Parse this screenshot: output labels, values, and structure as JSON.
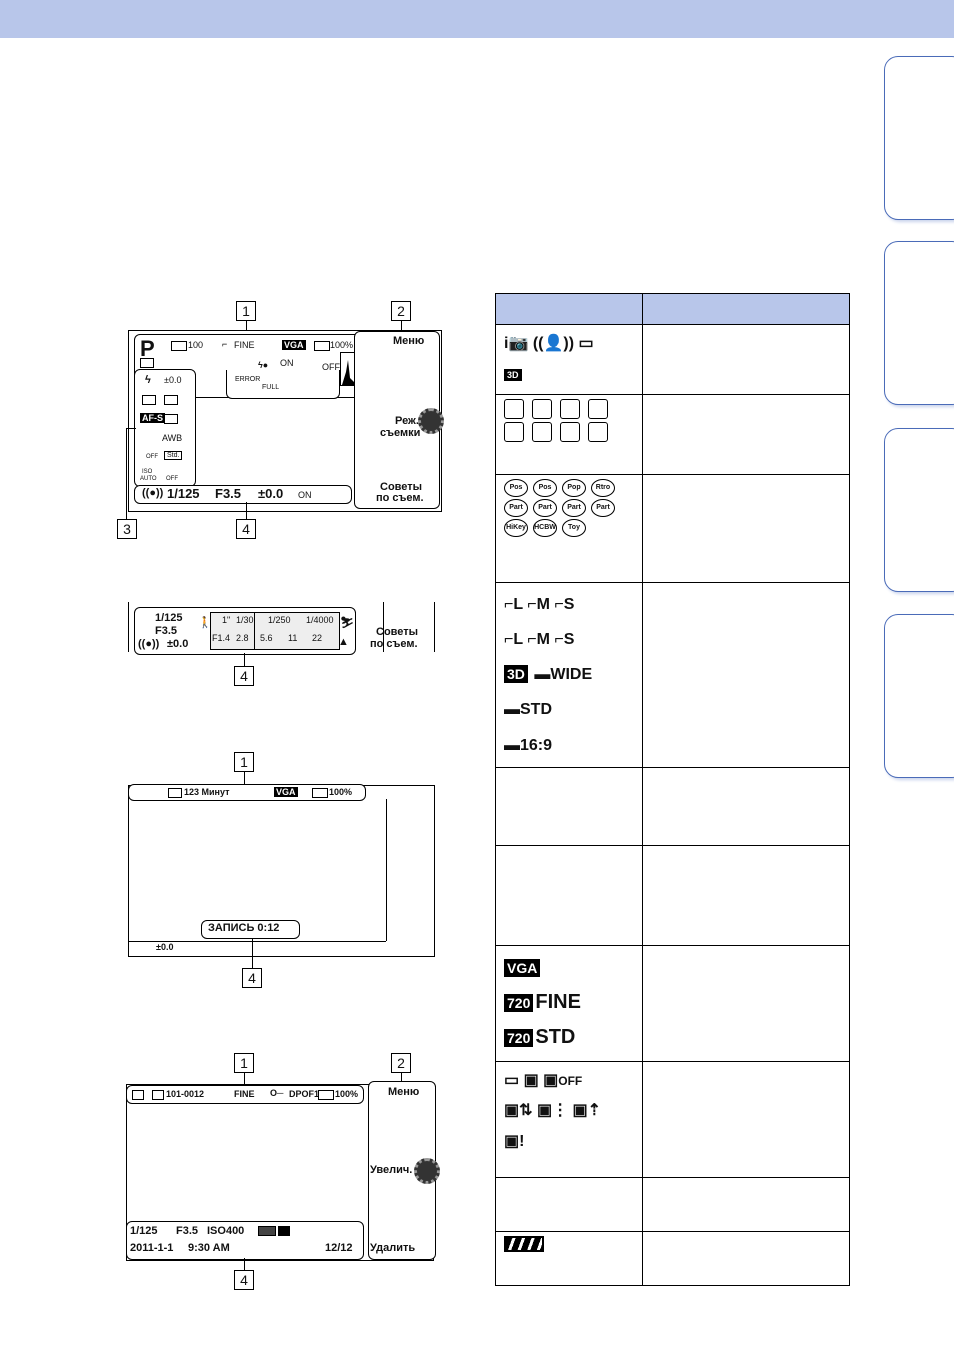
{
  "callouts": {
    "c1": "1",
    "c2": "2",
    "c3": "3",
    "c4": "4"
  },
  "screen1": {
    "mode": "P",
    "shots": "100",
    "quality": "FINE",
    "movie_size": "VGA",
    "battery": "100%",
    "menu": "Меню",
    "shoot_mode_l1": "Реж.",
    "shoot_mode_l2": "съемки",
    "tips_l1": "Советы",
    "tips_l2": "по съем.",
    "ev_small": "±0.0",
    "awb": "AWB",
    "afs": "AF-S",
    "iso_l1": "ISO",
    "iso_l2": "AUTO",
    "off": "OFF",
    "on": "ON",
    "error": "ERROR",
    "full": "FULL",
    "shutter": "1/125",
    "aperture": "F3.5",
    "ev": "±0.0",
    "std": "Std."
  },
  "screen2": {
    "shutter": "1/125",
    "aperture": "F3.5",
    "ev": "±0.0",
    "scale_top": [
      "1\"",
      "1/30",
      "1/250",
      "1/4000"
    ],
    "scale_bottom": [
      "F1.4",
      "2.8",
      "5.6",
      "11",
      "22"
    ],
    "tips_l1": "Советы",
    "tips_l2": "по съем."
  },
  "screen3": {
    "minutes": "123 Минут",
    "movie_size": "VGA",
    "battery": "100%",
    "rec": "ЗАПИСЬ 0:12",
    "ev": "±0.0"
  },
  "screen4": {
    "folder": "101-0012",
    "quality": "FINE",
    "dpof": "DPOF1",
    "battery": "100%",
    "menu": "Меню",
    "zoom": "Увелич.",
    "delete": "Удалить",
    "shutter": "1/125",
    "aperture": "F3.5",
    "iso": "ISO400",
    "date": "2011-1-1",
    "time": "9:30 AM",
    "count": "12/12"
  },
  "table": {
    "row1": {
      "ia": "i",
      "pano": "3D"
    },
    "row3": {
      "pills1": [
        "Pos",
        "Pos",
        "Pop",
        "Rtro"
      ],
      "pills2": [
        "Part",
        "Part",
        "Part",
        "Part"
      ],
      "pills3": [
        "HiKey",
        "HCBW",
        "Toy"
      ]
    },
    "row4": {
      "l": "L",
      "m": "M",
      "s": "S",
      "d3": "3D",
      "wide": "WIDE",
      "std": "STD",
      "ratio": "16:9"
    },
    "row7": {
      "vga": "VGA",
      "r720": "720",
      "fine": "FINE",
      "std": "STD"
    },
    "row8": {
      "off": "OFF"
    }
  }
}
